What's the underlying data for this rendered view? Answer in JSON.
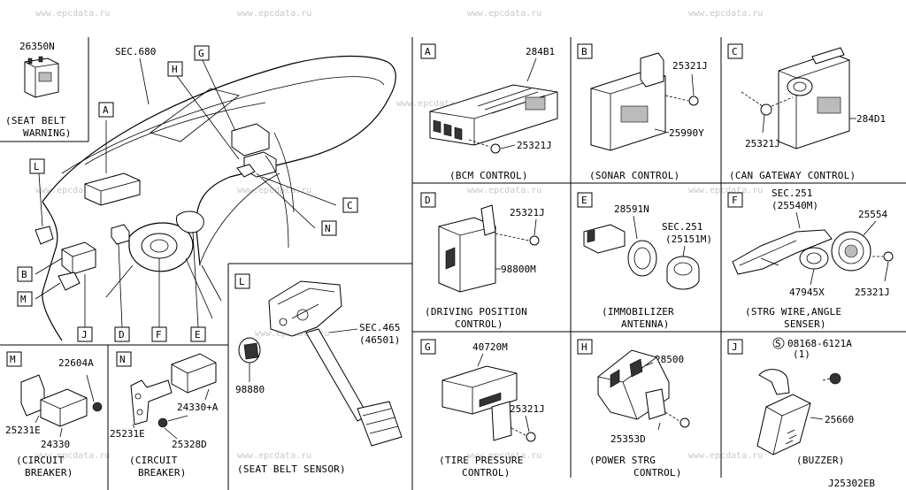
{
  "watermark": "www.epcdata.ru",
  "diagram_code": "J25302EB",
  "main": {
    "sec_680": "SEC.680",
    "callouts": [
      "A",
      "G",
      "H",
      "L",
      "C",
      "N",
      "B",
      "M",
      "J",
      "D",
      "F",
      "E"
    ]
  },
  "top_left_panel": {
    "part_number": "26350N",
    "caption_line1": "(SEAT BELT",
    "caption_line2": "WARNING)"
  },
  "panels": {
    "A": {
      "letter": "A",
      "parts": [
        "284B1",
        "25321J"
      ],
      "caption": "(BCM CONTROL)"
    },
    "B": {
      "letter": "B",
      "parts": [
        "25321J",
        "25990Y"
      ],
      "caption": "(SONAR CONTROL)"
    },
    "C": {
      "letter": "C",
      "parts": [
        "25321J",
        "284D1"
      ],
      "caption": "(CAN GATEWAY CONTROL)"
    },
    "D": {
      "letter": "D",
      "parts": [
        "25321J",
        "98800M"
      ],
      "caption_line1": "(DRIVING POSITION",
      "caption_line2": "CONTROL)"
    },
    "E": {
      "letter": "E",
      "parts": [
        "28591N",
        "SEC.251",
        "(25151M)"
      ],
      "caption_line1": "(IMMOBILIZER",
      "caption_line2": "ANTENNA)"
    },
    "F": {
      "letter": "F",
      "parts": [
        "SEC.251",
        "(25540M)",
        "25554",
        "47945X",
        "25321J"
      ],
      "caption_line1": "(STRG WIRE,ANGLE",
      "caption_line2": "SENSER)"
    },
    "G": {
      "letter": "G",
      "parts": [
        "40720M",
        "25321J"
      ],
      "caption_line1": "(TIRE PRESSURE",
      "caption_line2": "CONTROL)"
    },
    "H": {
      "letter": "H",
      "parts": [
        "28500",
        "25353D"
      ],
      "caption_line1": "(POWER STRG",
      "caption_line2": "CONTROL)"
    },
    "J": {
      "letter": "J",
      "parts": [
        "S",
        "08168-6121A",
        "(1)",
        "25660"
      ],
      "caption": "(BUZZER)"
    },
    "L": {
      "letter": "L",
      "parts": [
        "SEC.465",
        "(46501)",
        "98880"
      ],
      "caption": "(SEAT BELT SENSOR)"
    },
    "M": {
      "letter": "M",
      "parts": [
        "22604A",
        "25231E",
        "24330"
      ],
      "caption_line1": "(CIRCUIT",
      "caption_line2": "BREAKER)"
    },
    "N": {
      "letter": "N",
      "parts": [
        "24330+A",
        "25231E",
        "25328D"
      ],
      "caption_line1": "(CIRCUIT",
      "caption_line2": "BREAKER)"
    }
  }
}
